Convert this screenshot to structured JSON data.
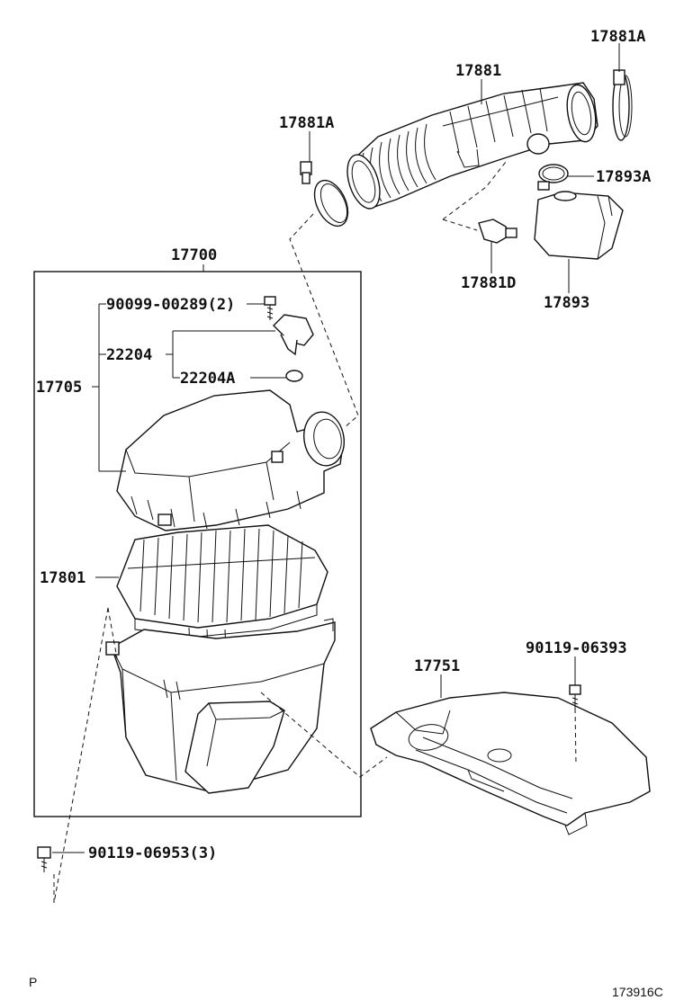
{
  "diagram": {
    "labels": {
      "p17881A_top": "17881A",
      "p17881": "17881",
      "p17881A_left": "17881A",
      "p17893A": "17893A",
      "p17881D": "17881D",
      "p17893": "17893",
      "p17700": "17700",
      "p90099": "90099-00289(2)",
      "p22204": "22204",
      "p22204A": "22204A",
      "p17705": "17705",
      "p17801": "17801",
      "p17751": "17751",
      "p90119_06393": "90119-06393",
      "p90119_06953": "90119-06953(3)"
    },
    "corner": {
      "left": "P",
      "right": "173916C"
    }
  }
}
